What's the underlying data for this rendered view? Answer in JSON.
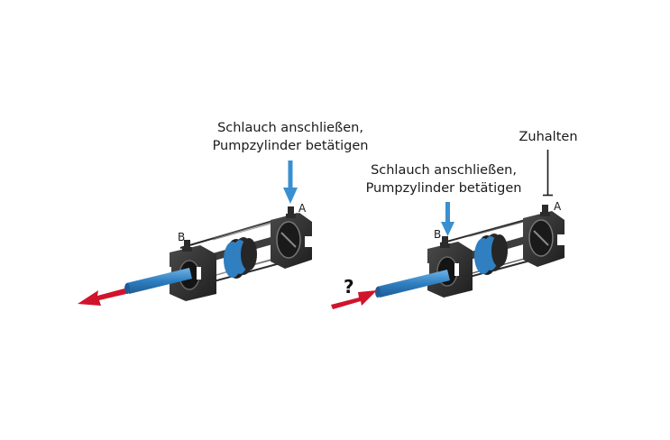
{
  "left_diagram": {
    "instruction_line1": "Schlauch anschließen,",
    "instruction_line2": "Pumpzylinder betätigen",
    "port_a": "A",
    "port_b": "B"
  },
  "right_diagram": {
    "instruction_line1": "Schlauch anschließen,",
    "instruction_line2": "Pumpzylinder betätigen",
    "hold_label": "Zuhalten",
    "port_a": "A",
    "port_b": "B",
    "question_mark": "?"
  },
  "colors": {
    "piston_rod": "#2f7fc1",
    "arrow_red": "#d0142b",
    "pump_arrow_blue": "#3a8fd0",
    "body_dark": "#2b2b2b"
  }
}
